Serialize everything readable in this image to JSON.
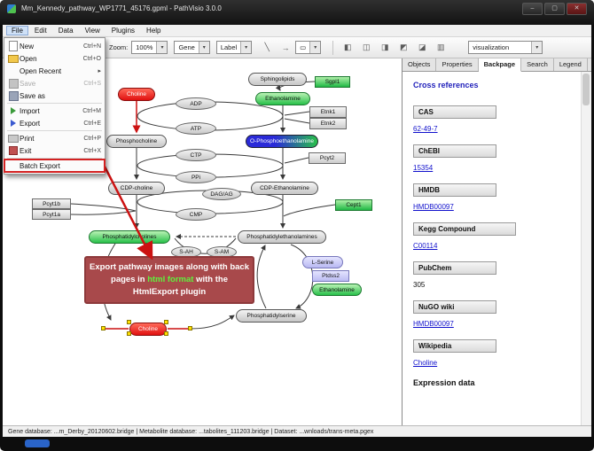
{
  "window": {
    "title": "Mm_Kennedy_pathway_WP1771_45176.gpml - PathVisio 3.0.0",
    "controls": {
      "minimize": "–",
      "maximize": "▢",
      "close": "✕"
    }
  },
  "menu_bar": {
    "items": [
      {
        "label": "File"
      },
      {
        "label": "Edit"
      },
      {
        "label": "Data"
      },
      {
        "label": "View"
      },
      {
        "label": "Plugins"
      },
      {
        "label": "Help"
      }
    ]
  },
  "file_menu": {
    "items": [
      {
        "label": "New",
        "shortcut": "Ctrl+N"
      },
      {
        "label": "Open",
        "shortcut": "Ctrl+O"
      },
      {
        "label": "Open Recent",
        "shortcut": "▸"
      },
      {
        "label": "Save",
        "shortcut": "Ctrl+S"
      },
      {
        "label": "Save as",
        "shortcut": ""
      },
      {
        "label": "Import",
        "shortcut": "Ctrl+M"
      },
      {
        "label": "Export",
        "shortcut": "Ctrl+E"
      },
      {
        "label": "Print",
        "shortcut": "Ctrl+P"
      },
      {
        "label": "Exit",
        "shortcut": "Ctrl+X"
      },
      {
        "label": "Batch Export",
        "shortcut": ""
      }
    ]
  },
  "toolbar": {
    "zoom_label": "Zoom:",
    "zoom_value": "100%",
    "gene_value": "Gene",
    "label_value": "Label",
    "shape_value": "▭",
    "visualization_value": "visualization"
  },
  "side_panel": {
    "tabs": [
      "Objects",
      "Properties",
      "Backpage",
      "Search",
      "Legend"
    ],
    "active_tab": "Backpage",
    "heading": "Cross references",
    "sections": [
      {
        "name": "CAS",
        "value": "62-49-7",
        "link": true
      },
      {
        "name": "ChEBI",
        "value": "15354",
        "link": true
      },
      {
        "name": "HMDB",
        "value": "HMDB00097",
        "link": true
      },
      {
        "name": "Kegg Compound",
        "value": "C00114",
        "link": true
      },
      {
        "name": "PubChem",
        "value": "305",
        "link": false
      },
      {
        "name": "NuGO wiki",
        "value": "HMDB00097",
        "link": true
      },
      {
        "name": "Wikipedia",
        "value": "Choline",
        "link": true
      }
    ],
    "footer": "Expression data"
  },
  "pathway": {
    "nodes": [
      {
        "label": "Sphingolipids",
        "type": "metabolite"
      },
      {
        "label": "Sgpl1",
        "type": "gene"
      },
      {
        "label": "Choline",
        "type": "metabolite"
      },
      {
        "label": "Ethanolamine",
        "type": "metabolite"
      },
      {
        "label": "ADP",
        "type": "metabolite"
      },
      {
        "label": "Etnk1",
        "type": "gene"
      },
      {
        "label": "Etnk2",
        "type": "gene"
      },
      {
        "label": "ATP",
        "type": "metabolite"
      },
      {
        "label": "Phosphocholine",
        "type": "metabolite"
      },
      {
        "label": "O-Phosphoethanolamine",
        "type": "metabolite"
      },
      {
        "label": "CTP",
        "type": "metabolite"
      },
      {
        "label": "Pcyt2",
        "type": "gene"
      },
      {
        "label": "PPi",
        "type": "metabolite"
      },
      {
        "label": "CDP-choline",
        "type": "metabolite"
      },
      {
        "label": "DAG/AG",
        "type": "metabolite"
      },
      {
        "label": "CDP-Ethanolamine",
        "type": "metabolite"
      },
      {
        "label": "Cept1",
        "type": "gene"
      },
      {
        "label": "Pcyt1b",
        "type": "gene"
      },
      {
        "label": "Pcyt1a",
        "type": "gene"
      },
      {
        "label": "CMP",
        "type": "metabolite"
      },
      {
        "label": "Phosphatidylcholines",
        "type": "metabolite"
      },
      {
        "label": "Phosphatidylethanolamines",
        "type": "metabolite"
      },
      {
        "label": "S-AH",
        "type": "metabolite"
      },
      {
        "label": "S-AM",
        "type": "metabolite"
      },
      {
        "label": "L-Serine",
        "type": "metabolite"
      },
      {
        "label": "Ptdss2",
        "type": "gene"
      },
      {
        "label": "Ethanolamine",
        "type": "metabolite"
      },
      {
        "label": "Phosphatidylserine",
        "type": "metabolite"
      },
      {
        "label": "Choline",
        "type": "metabolite",
        "selected": true
      }
    ]
  },
  "callout": {
    "line1": "Export pathway images along with back",
    "line2_pre": "pages in ",
    "line2_highlight": "html format",
    "line2_post": " with the",
    "line3": "HtmlExport plugin"
  },
  "status_bar": {
    "text": "Gene database: ...m_Derby_20120602.bridge | Metabolite database: ...tabolites_111203.bridge | Dataset: ...wnloads/trans-meta.pgex"
  },
  "colors": {
    "annotation_red": "#cc1111",
    "callout_bg": "#a8494b",
    "highlight_green": "#5ef23e",
    "link_blue": "#1111cc",
    "heading_blue": "#2222bb"
  }
}
